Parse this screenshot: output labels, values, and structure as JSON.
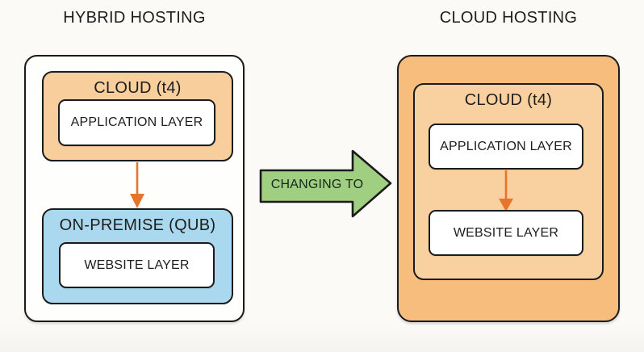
{
  "left_panel": {
    "title": "HYBRID HOSTING",
    "cloud_group": {
      "label": "CLOUD (t4)",
      "layers": [
        {
          "label": "APPLICATION LAYER"
        }
      ]
    },
    "onpremise_group": {
      "label": "ON-PREMISE (QUB)",
      "layers": [
        {
          "label": "WEBSITE LAYER"
        }
      ]
    }
  },
  "transition": {
    "label": "CHANGING TO"
  },
  "right_panel": {
    "title": "CLOUD HOSTING",
    "cloud_group": {
      "label": "CLOUD (t4)",
      "layers": [
        {
          "label": "APPLICATION LAYER"
        },
        {
          "label": "WEBSITE LAYER"
        }
      ]
    }
  },
  "colors": {
    "cloud_peach_fill": "#f8ce9c",
    "onpremise_blue_fill": "#aad9ef",
    "cloud_outer_orange_fill": "#f6bd7c",
    "cloud_inner_orange_fill": "#f9d1a1",
    "transition_green_fill": "#a0cf81",
    "flow_arrow_orange": "#e7742b",
    "border_black": "#1b1b1b",
    "layer_white_fill": "#ffffff"
  }
}
